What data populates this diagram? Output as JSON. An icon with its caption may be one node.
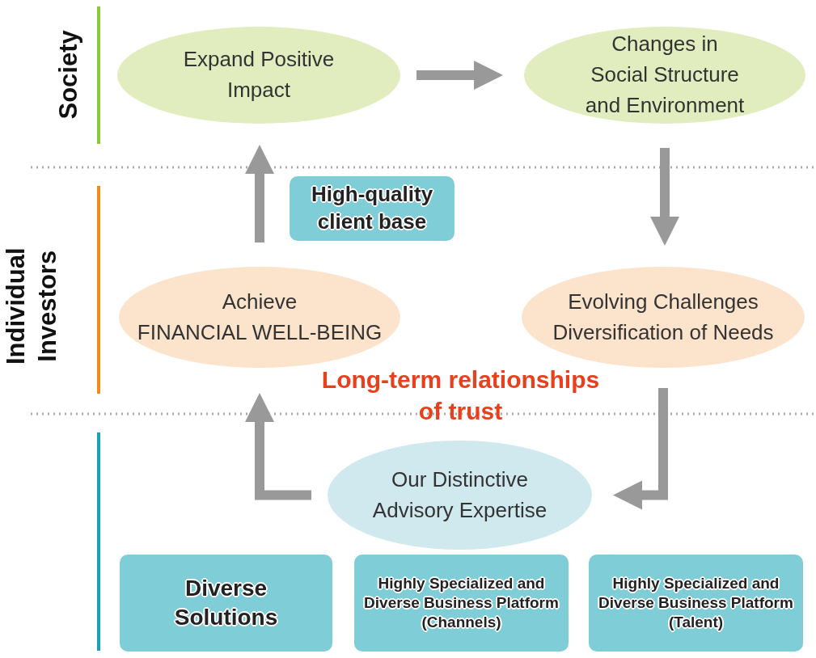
{
  "diagram": {
    "nodes": [
      {
        "text": [
          "Expand Positive Impact"
        ]
      },
      {
        "text": [
          "Changes in Social Structure and Environment"
        ]
      },
      {
        "text": [
          "Achieve",
          "FINANCIAL WELL-BEING"
        ]
      },
      {
        "text": [
          "Evolving Challenges",
          "Diversification of Needs"
        ]
      },
      {
        "text": [
          "Our Distinctive Advisory Expertise"
        ]
      },
      {
        "text": [
          "Diverse Solutions"
        ]
      },
      {
        "text": [
          "Highly Specialized and Diverse Business Platform (Channels)"
        ]
      },
      {
        "text": [
          "Highly Specialized and Diverse Business Platform (Talent)"
        ]
      },
      {
        "text": [
          "High-quality client base"
        ]
      }
    ],
    "edges": [
      {
        "from": 0,
        "to": 1,
        "arrow": "to"
      },
      {
        "from": 1,
        "to": 3,
        "arrow": "to"
      },
      {
        "from": 3,
        "to": 4,
        "arrow": "to"
      },
      {
        "from": 4,
        "to": 2,
        "arrow": "to"
      },
      {
        "from": 2,
        "to": 0,
        "arrow": "to"
      }
    ],
    "labels": [
      "Society",
      "Individual Investors",
      "Long-term relationships of trust"
    ]
  }
}
